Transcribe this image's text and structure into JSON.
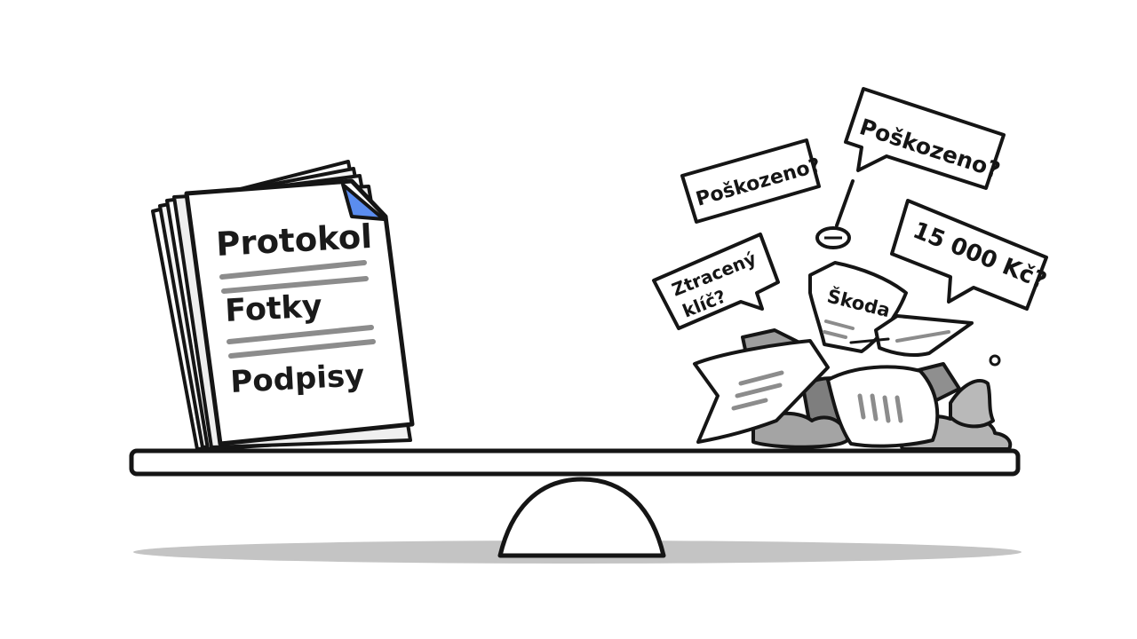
{
  "colors": {
    "ink": "#151515",
    "paper": "#ffffff",
    "accent_corner": "#5b8def",
    "rubble": "#9a9a9a",
    "shadow": "#bdbdbd"
  },
  "documents": {
    "lines": [
      "Protokol",
      "Fotky",
      "Podpisy"
    ]
  },
  "bubbles": {
    "top": "Poškozeno?",
    "left": "Poškozeno?",
    "price": "15 000 Kč?",
    "key_line1": "Ztracený",
    "key_line2": "klíč?"
  },
  "debris": {
    "note": "Škoda"
  }
}
